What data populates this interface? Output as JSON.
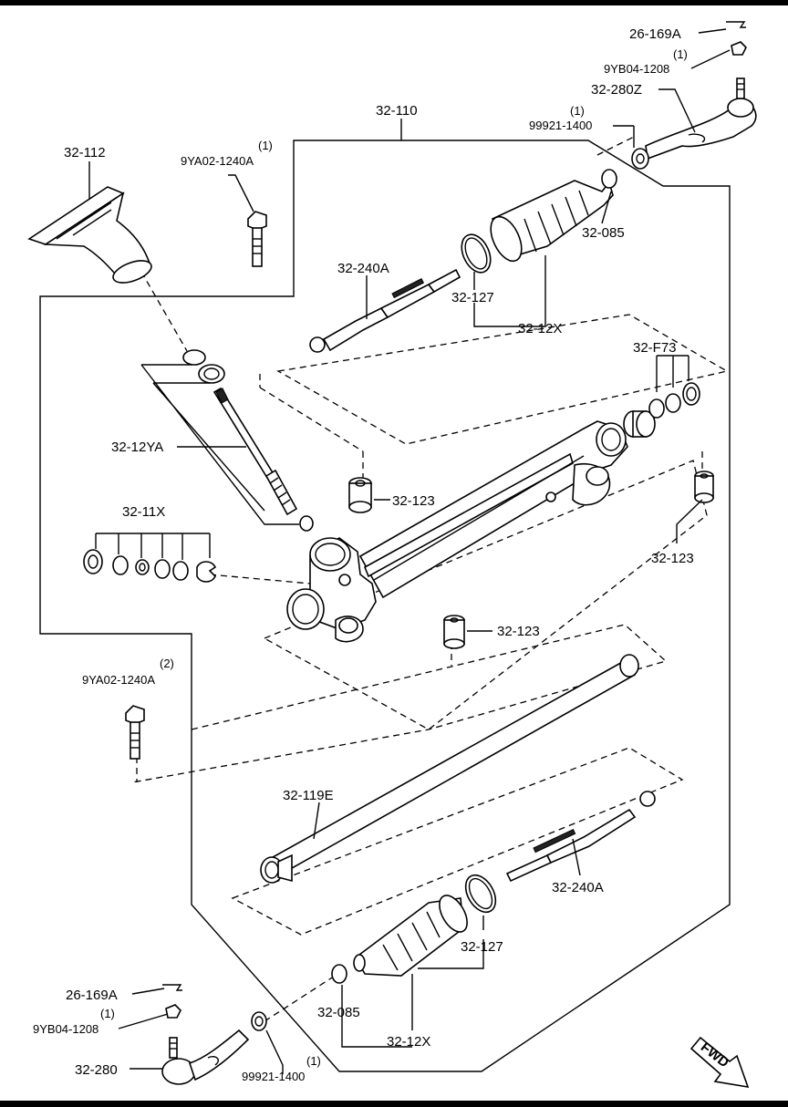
{
  "labels": {
    "l_26_169a_top": "26-169A",
    "l_qty_9yb_top": "(1)",
    "l_9yb_top": "9YB04-1208",
    "l_32_280z": "32-280Z",
    "l_qty_999_top": "(1)",
    "l_999_top": "99921-1400",
    "l_32_110": "32-110",
    "l_32_112": "32-112",
    "l_qty_9ya_top": "(1)",
    "l_9ya_top": "9YA02-1240A",
    "l_32_085_top": "32-085",
    "l_32_240a_top": "32-240A",
    "l_32_127_top": "32-127",
    "l_32_12x_top": "32-12X",
    "l_32_f73": "32-F73",
    "l_32_12ya": "32-12YA",
    "l_32_123_a": "32-123",
    "l_32_11x": "32-11X",
    "l_32_123_b": "32-123",
    "l_32_123_c": "32-123",
    "l_qty_9ya_bot": "(2)",
    "l_9ya_bot": "9YA02-1240A",
    "l_32_119e": "32-119E",
    "l_32_240a_bot": "32-240A",
    "l_32_127_bot": "32-127",
    "l_26_169a_bot": "26-169A",
    "l_qty_9yb_bot": "(1)",
    "l_9yb_bot": "9YB04-1208",
    "l_32_085_bot": "32-085",
    "l_32_12x_bot": "32-12X",
    "l_32_280": "32-280",
    "l_qty_999_bot": "(1)",
    "l_999_bot": "99921-1400",
    "fwd": "FWD"
  }
}
